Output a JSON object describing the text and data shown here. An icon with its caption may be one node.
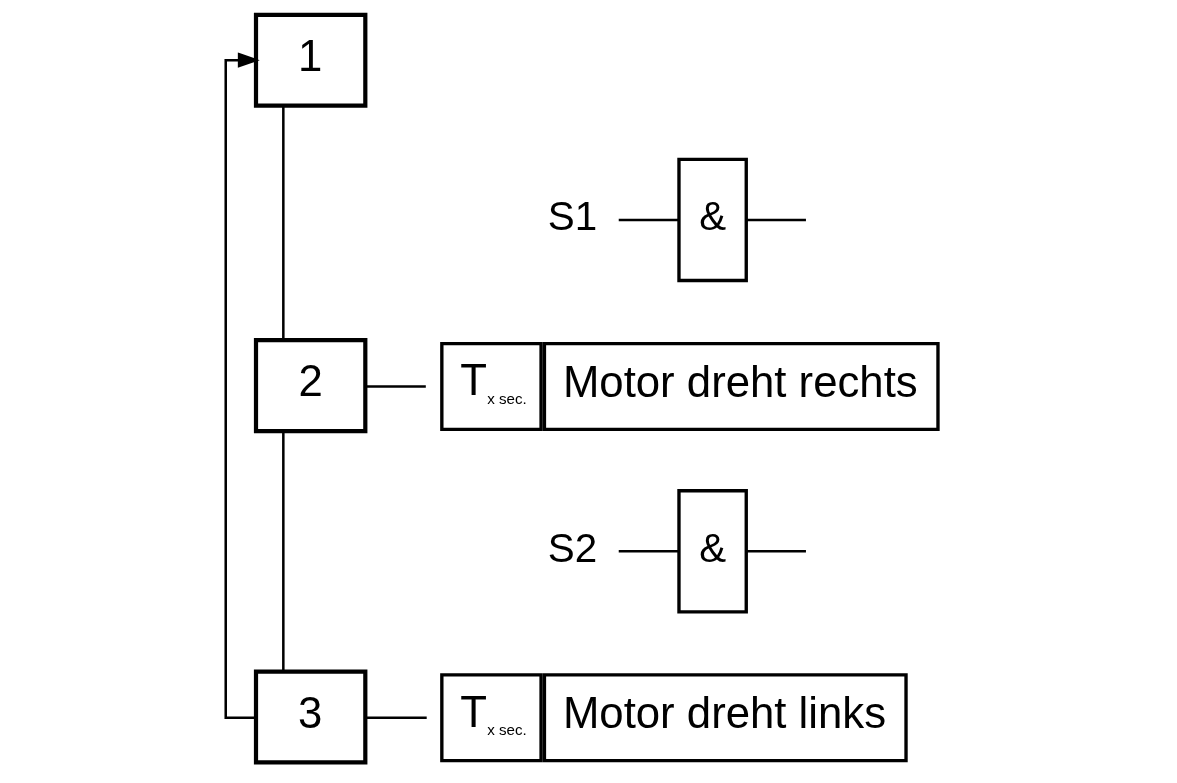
{
  "diagram": {
    "nodes": [
      {
        "text": [
          "1"
        ]
      },
      {
        "text": [
          "&"
        ]
      },
      {
        "text": [
          "2"
        ]
      },
      {
        "text": [
          "&"
        ]
      },
      {
        "text": [
          "3"
        ]
      },
      {
        "text": [
          "T$_{x sec.}$",
          "Motor dreht rechts"
        ]
      },
      {
        "text": [
          "T$_{x sec.}$",
          "Motor dreht links"
        ]
      },
      {
        "text": [
          "S1"
        ]
      },
      {
        "text": [
          "S2"
        ]
      }
    ],
    "edges": [
      {
        "from": 0,
        "to": 2,
        "arrow": "none"
      },
      {
        "from": 2,
        "to": 4,
        "arrow": "none"
      },
      {
        "from": 4,
        "to": 0,
        "arrow": "to"
      },
      {
        "from": 7,
        "to": 1,
        "arrow": "none"
      },
      {
        "from": 1,
        "to": null,
        "arrow": "none"
      },
      {
        "from": 8,
        "to": 3,
        "arrow": "none"
      },
      {
        "from": 3,
        "to": null,
        "arrow": "none"
      },
      {
        "from": 2,
        "to": 5,
        "arrow": "none"
      },
      {
        "from": 4,
        "to": 6,
        "arrow": "none"
      }
    ]
  }
}
